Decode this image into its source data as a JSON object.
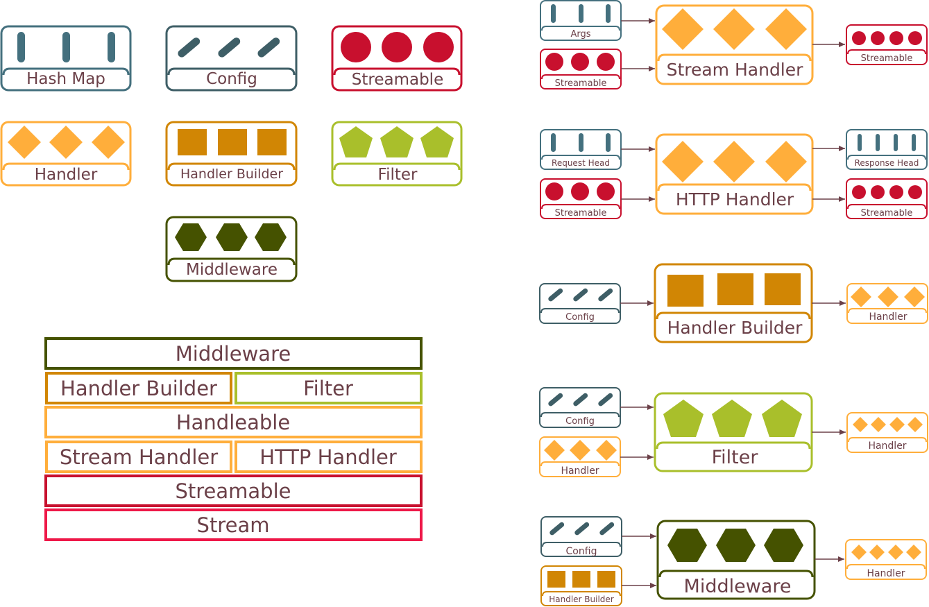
{
  "colors": {
    "text": "#6b4048",
    "arrow": "#6b4048",
    "hashmap": "#44707e",
    "config": "#3e5e66",
    "streamable": "#c8102e",
    "handler": "#ffae3b",
    "handler_builder": "#d18604",
    "filter": "#a9bf2b",
    "middleware": "#455200",
    "stream": "#ee1848"
  },
  "legend": [
    {
      "label": "Hash Map",
      "kind": "hashmap",
      "icon": "bar-icon"
    },
    {
      "label": "Config",
      "kind": "config",
      "icon": "slash-icon"
    },
    {
      "label": "Streamable",
      "kind": "streamable",
      "icon": "circle-icon"
    },
    {
      "label": "Handler",
      "kind": "handler",
      "icon": "diamond-icon"
    },
    {
      "label": "Handler Builder",
      "kind": "handler_builder",
      "icon": "square-icon"
    },
    {
      "label": "Filter",
      "kind": "filter",
      "icon": "pentagon-icon"
    },
    {
      "label": "Middleware",
      "kind": "middleware",
      "icon": "hexagon-icon"
    }
  ],
  "stack": [
    [
      "Middleware"
    ],
    [
      "Handler Builder",
      "Filter"
    ],
    [
      "Handleable"
    ],
    [
      "Stream Handler",
      "HTTP Handler"
    ],
    [
      "Streamable"
    ],
    [
      "Stream"
    ]
  ],
  "flows": [
    {
      "inputs": [
        "Args",
        "Streamable"
      ],
      "component": "Stream Handler",
      "outputs": [
        "Streamable"
      ]
    },
    {
      "inputs": [
        "Request Head",
        "Streamable"
      ],
      "component": "HTTP Handler",
      "outputs": [
        "Response Head",
        "Streamable"
      ]
    },
    {
      "inputs": [
        "Config"
      ],
      "component": "Handler Builder",
      "outputs": [
        "Handler"
      ]
    },
    {
      "inputs": [
        "Config",
        "Handler"
      ],
      "component": "Filter",
      "outputs": [
        "Handler"
      ]
    },
    {
      "inputs": [
        "Config",
        "Handler Builder"
      ],
      "component": "Middleware",
      "outputs": [
        "Handler"
      ]
    }
  ]
}
